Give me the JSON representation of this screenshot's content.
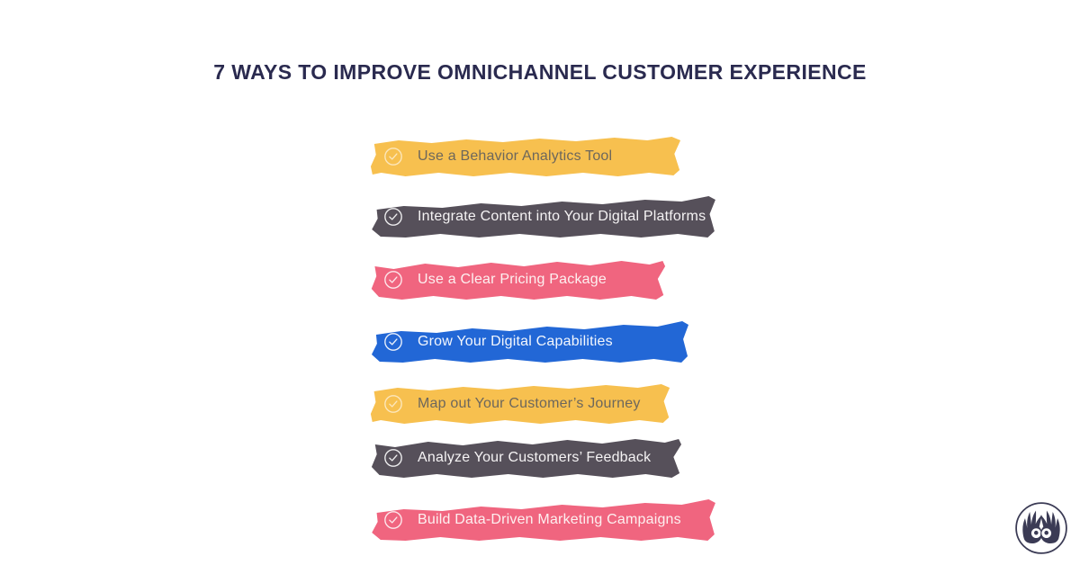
{
  "page": {
    "background_color": "#ffffff"
  },
  "title": {
    "text": "7 WAYS TO IMPROVE OMNICHANNEL CUSTOMER EXPERIENCE",
    "color": "#2a2a4f"
  },
  "items": [
    {
      "label": "Use a Behavior Analytics Tool",
      "color": "#f7c04f",
      "text_color": "#6d675c",
      "icon": "check-circle",
      "icon_color": "rgba(255,255,255,0.62)"
    },
    {
      "label": "Integrate Content into Your Digital Platforms",
      "color": "#56505a",
      "text_color": "#f5f3f4",
      "icon": "check-circle",
      "icon_color": "rgba(255,255,255,0.9)"
    },
    {
      "label": "Use a Clear Pricing Package",
      "color": "#f0657f",
      "text_color": "#fdf0f0",
      "icon": "check-circle",
      "icon_color": "rgba(255,255,255,0.85)"
    },
    {
      "label": "Grow Your Digital Capabilities",
      "color": "#2267d6",
      "text_color": "#f2f6fd",
      "icon": "check-circle",
      "icon_color": "rgba(255,255,255,0.9)"
    },
    {
      "label": "Map out Your Customer’s Journey",
      "color": "#f7c04f",
      "text_color": "#6d675c",
      "icon": "check-circle",
      "icon_color": "rgba(255,255,255,0.62)"
    },
    {
      "label": "Analyze Your Customers’ Feedback",
      "color": "#56505a",
      "text_color": "#f5f3f4",
      "icon": "check-circle",
      "icon_color": "rgba(255,255,255,0.9)"
    },
    {
      "label": "Build Data-Driven Marketing Campaigns",
      "color": "#f0657f",
      "text_color": "#fdf0f0",
      "icon": "check-circle",
      "icon_color": "rgba(255,255,255,0.85)"
    }
  ],
  "logo": {
    "name": "hands-over-eyes-brand-mark",
    "color": "#3b3b55"
  }
}
